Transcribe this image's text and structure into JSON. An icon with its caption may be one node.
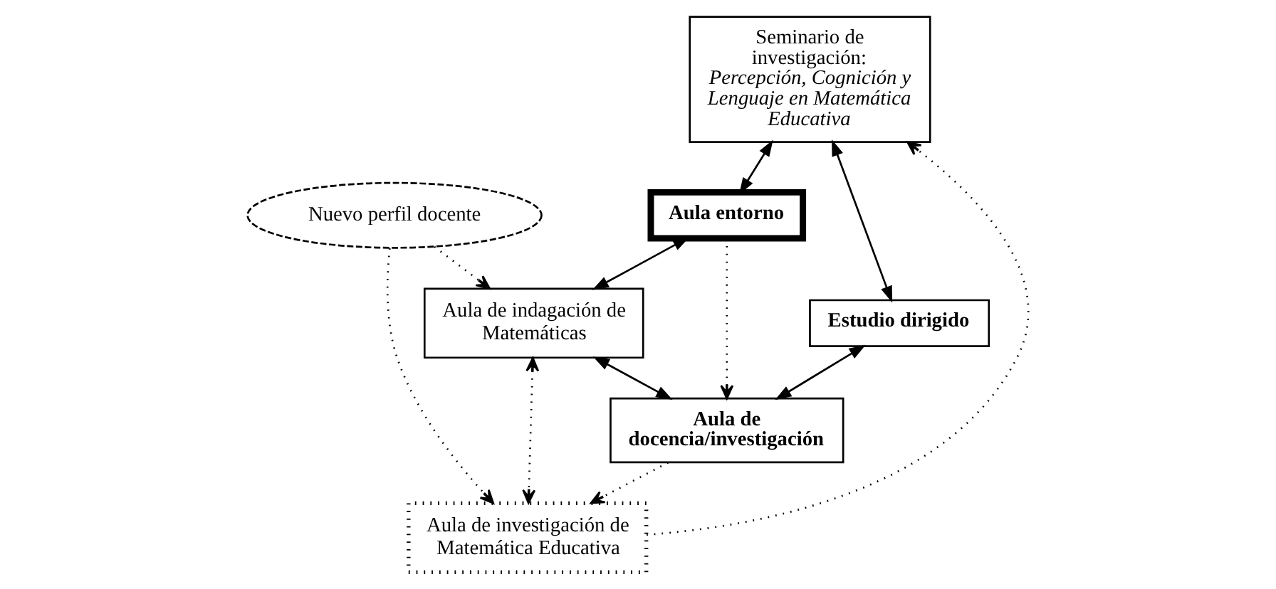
{
  "diagram": {
    "nodes": [
      {
        "text": [
          "Seminario de investigación:",
          "Percepción, Cognición y Lenguaje en Matemática Educativa"
        ]
      },
      {
        "text": [
          "Aula entorno"
        ]
      },
      {
        "text": [
          "Nuevo perfil docente"
        ]
      },
      {
        "text": [
          "Aula de indagación de Matemáticas"
        ]
      },
      {
        "text": [
          "Estudio dirigido"
        ]
      },
      {
        "text": [
          "Aula de docencia/investigación"
        ]
      },
      {
        "text": [
          "Aula de investigación de Matemática Educativa"
        ]
      }
    ],
    "edges": [
      {
        "from": 0,
        "to": 1,
        "arrow": "both"
      },
      {
        "from": 0,
        "to": 4,
        "arrow": "both"
      },
      {
        "from": 1,
        "to": 3,
        "arrow": "both"
      },
      {
        "from": 1,
        "to": 5,
        "arrow": "to",
        "style": "dashed"
      },
      {
        "from": 4,
        "to": 5,
        "arrow": "both"
      },
      {
        "from": 3,
        "to": 5,
        "arrow": "both"
      },
      {
        "from": 5,
        "to": 6,
        "arrow": "to",
        "style": "dashed"
      },
      {
        "from": 3,
        "to": 6,
        "arrow": "both",
        "style": "dashed"
      },
      {
        "from": 2,
        "to": 3,
        "arrow": "to",
        "style": "dashed"
      },
      {
        "from": 2,
        "to": 6,
        "arrow": "to",
        "style": "dashed"
      },
      {
        "from": 6,
        "to": 0,
        "arrow": "to",
        "style": "dashed"
      }
    ]
  }
}
